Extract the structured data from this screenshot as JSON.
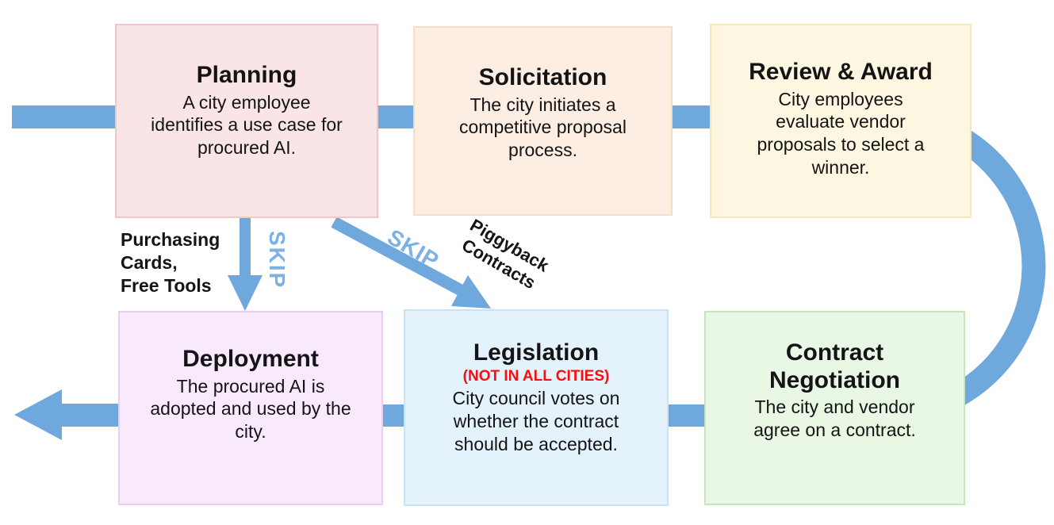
{
  "colors": {
    "arrow_blue": "#6fa8dc",
    "skip_text_blue": "#7db1e3",
    "warning_red": "#f60f0f",
    "text_black": "#141414",
    "background": "#ffffff"
  },
  "boxes": [
    {
      "id": "planning",
      "title": "Planning",
      "body": "A city employee identifies a use case for procured AI.",
      "fill": "#f9e5e5",
      "border": "#efc7c7"
    },
    {
      "id": "solicitation",
      "title": "Solicitation",
      "body": "The city initiates a competitive proposal process.",
      "fill": "#fdeee3",
      "border": "#fbdbc4"
    },
    {
      "id": "review_award",
      "title": "Review & Award",
      "body": "City employees evaluate vendor proposals to select a winner.",
      "fill": "#fdf6e1",
      "border": "#f6e8bb"
    },
    {
      "id": "deployment",
      "title": "Deployment",
      "body": "The procured AI is adopted and used by the city.",
      "fill": "#f8e9fc",
      "border": "#e8cef3"
    },
    {
      "id": "legislation",
      "title": "Legislation",
      "subtitle": "(NOT IN ALL CITIES)",
      "body": "City council votes on whether the contract should be accepted.",
      "fill": "#e4f2fc",
      "border": "#c9e3f6"
    },
    {
      "id": "contract_negotiation",
      "title": "Contract Negotiation",
      "body": "The city and vendor agree on a contract.",
      "fill": "#e8f8e5",
      "border": "#c6e5bd"
    }
  ],
  "labels": {
    "purchasing": "Purchasing\nCards,\nFree Tools",
    "skip_vertical": "SKIP",
    "skip_diagonal": "SKIP",
    "piggyback": "Piggyback\nContracts"
  },
  "connections": [
    {
      "from": "start",
      "to": "planning",
      "type": "bar"
    },
    {
      "from": "planning",
      "to": "solicitation",
      "type": "bar"
    },
    {
      "from": "solicitation",
      "to": "review_award",
      "type": "bar"
    },
    {
      "from": "review_award",
      "to": "contract_negotiation",
      "type": "curved-right-arc"
    },
    {
      "from": "contract_negotiation",
      "to": "legislation",
      "type": "bar"
    },
    {
      "from": "legislation",
      "to": "deployment",
      "type": "bar"
    },
    {
      "from": "deployment",
      "to": "end",
      "type": "arrow-left"
    },
    {
      "from": "planning",
      "to": "deployment",
      "type": "arrow-down",
      "label": "SKIP",
      "annotation": "Purchasing Cards, Free Tools"
    },
    {
      "from": "planning",
      "to": "legislation",
      "type": "arrow-diagonal",
      "label": "SKIP",
      "annotation": "Piggyback Contracts"
    }
  ]
}
